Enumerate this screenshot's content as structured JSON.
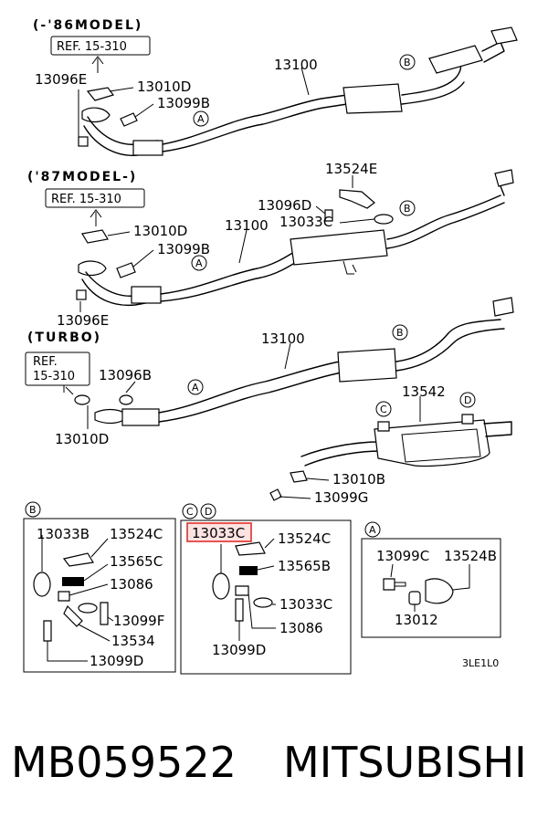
{
  "sections": {
    "s86": {
      "title": "(-'86MODEL)",
      "ref": "REF. 15-310"
    },
    "s87": {
      "title": "('87MODEL-)",
      "ref": "REF. 15-310"
    },
    "turbo": {
      "title": "(TURBO)",
      "ref_line1": "REF.",
      "ref_line2": "15-310"
    }
  },
  "callouts": {
    "a": "A",
    "b": "B",
    "c": "C",
    "d": "D"
  },
  "labels": {
    "p13100_86": "13100",
    "p13096e_86": "13096E",
    "p13010d_86": "13010D",
    "p13099b_86": "13099B",
    "p13524e": "13524E",
    "p13096d": "13096D",
    "p13033c_87": "13033C",
    "p13100_87": "13100",
    "p13010d_87": "13010D",
    "p13099b_87": "13099B",
    "p13096e_87": "13096E",
    "p13100_turbo": "13100",
    "p13096b": "13096B",
    "p13010d_turbo": "13010D",
    "p13542": "13542",
    "p13010b": "13010B",
    "p13099g": "13099G",
    "b_13033b": "13033B",
    "b_13524c": "13524C",
    "b_13565c": "13565C",
    "b_13086": "13086",
    "b_13099f": "13099F",
    "b_13534": "13534",
    "b_13099d": "13099D",
    "cd_13033c_top": "13033C",
    "cd_13524c": "13524C",
    "cd_13565b": "13565B",
    "cd_13033c": "13033C",
    "cd_13086": "13086",
    "cd_13099d": "13099D",
    "a_13099c": "13099C",
    "a_13524b": "13524B",
    "a_13012": "13012",
    "diagram_code": "3LE1L0"
  },
  "footer": {
    "part_number": "MB059522",
    "brand": "MITSUBISHI"
  },
  "colors": {
    "highlight_border": "#e0302a",
    "highlight_fill": "#fde2e2",
    "ink": "#000000"
  }
}
